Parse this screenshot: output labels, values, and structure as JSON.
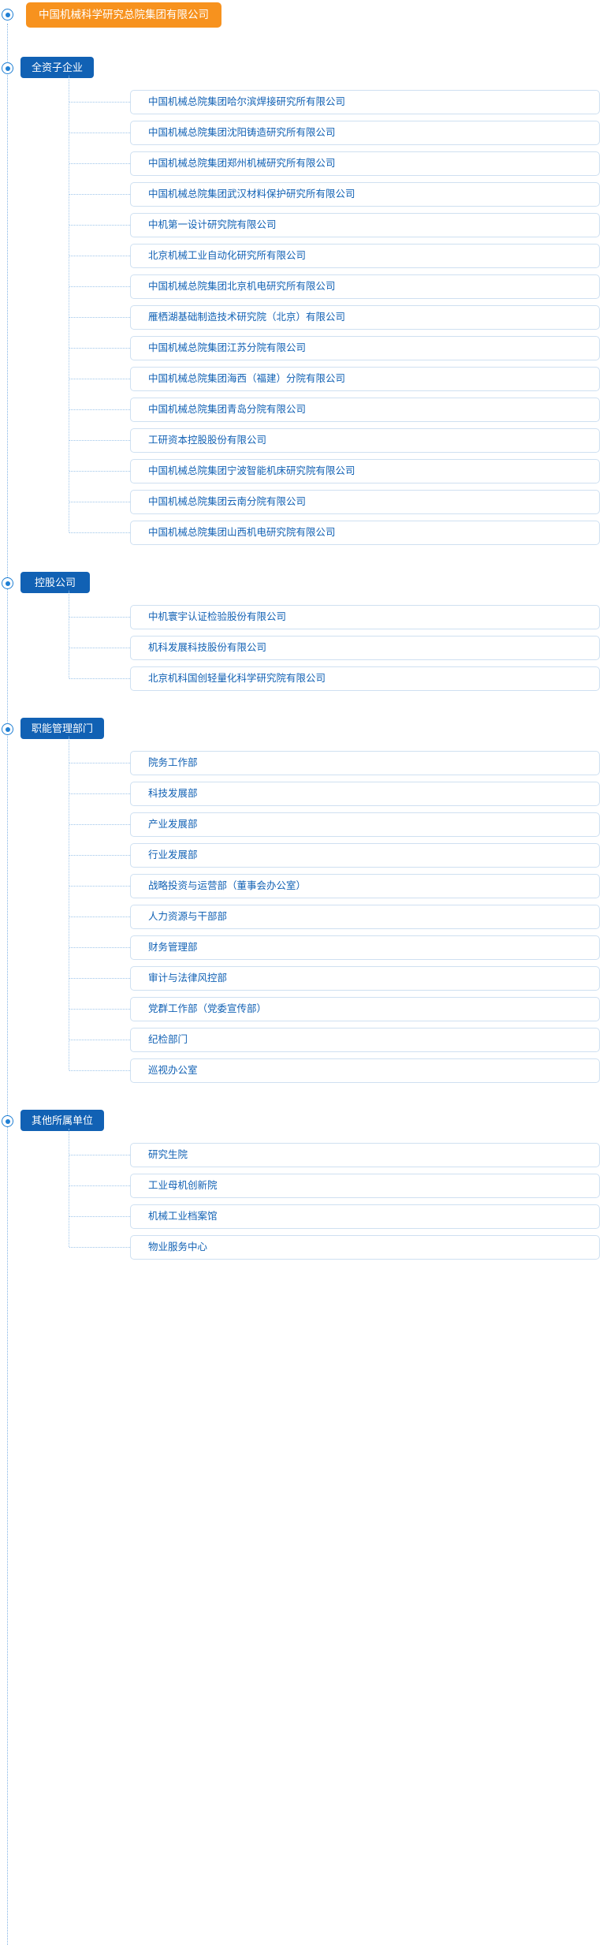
{
  "root": {
    "label": "中国机械科学研究总院集团有限公司",
    "color": "#f7921e",
    "text_color": "#ffffff"
  },
  "theme": {
    "section_bg": "#1161b4",
    "item_border": "#cfe0f1",
    "item_text": "#1161b4",
    "line_color": "#9fc6ea",
    "bullet_color": "#1f7fd4",
    "page_bg": "#ffffff"
  },
  "sections": [
    {
      "title": "全资子企业",
      "items": [
        "中国机械总院集团哈尔滨焊接研究所有限公司",
        "中国机械总院集团沈阳铸造研究所有限公司",
        "中国机械总院集团郑州机械研究所有限公司",
        "中国机械总院集团武汉材料保护研究所有限公司",
        "中机第一设计研究院有限公司",
        "北京机械工业自动化研究所有限公司",
        "中国机械总院集团北京机电研究所有限公司",
        "雁栖湖基础制造技术研究院（北京）有限公司",
        "中国机械总院集团江苏分院有限公司",
        "中国机械总院集团海西（福建）分院有限公司",
        "中国机械总院集团青岛分院有限公司",
        "工研资本控股股份有限公司",
        "中国机械总院集团宁波智能机床研究院有限公司",
        "中国机械总院集团云南分院有限公司",
        "中国机械总院集团山西机电研究院有限公司"
      ]
    },
    {
      "title": "控股公司",
      "items": [
        "中机寰宇认证检验股份有限公司",
        "机科发展科技股份有限公司",
        "北京机科国创轻量化科学研究院有限公司"
      ]
    },
    {
      "title": "职能管理部门",
      "items": [
        "院务工作部",
        "科技发展部",
        "产业发展部",
        "行业发展部",
        "战略投资与运营部（董事会办公室）",
        "人力资源与干部部",
        "财务管理部",
        "审计与法律风控部",
        "党群工作部（党委宣传部）",
        "纪检部门",
        "巡视办公室"
      ]
    },
    {
      "title": "其他所属单位",
      "items": [
        "研究生院",
        "工业母机创新院",
        "机械工业档案馆",
        "物业服务中心"
      ]
    }
  ]
}
